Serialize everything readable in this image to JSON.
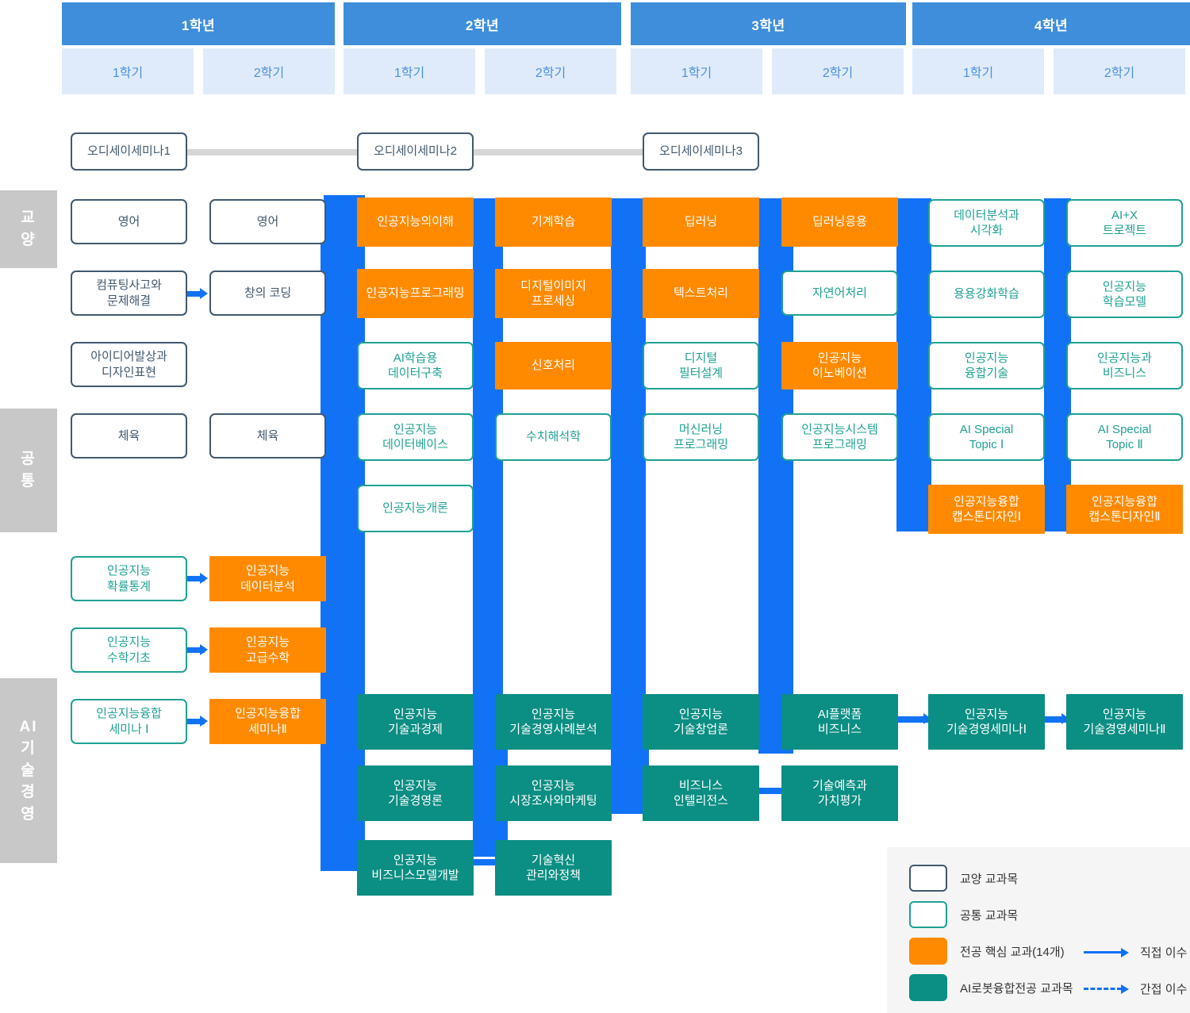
{
  "header": {
    "years": [
      {
        "label": "1학년",
        "semesters": [
          {
            "label": "1학기"
          },
          {
            "label": "2학기"
          }
        ]
      },
      {
        "label": "2학년",
        "semesters": [
          {
            "label": "1학기"
          },
          {
            "label": "2학기"
          }
        ]
      },
      {
        "label": "3학년",
        "semesters": [
          {
            "label": "1학기"
          },
          {
            "label": "2학기"
          }
        ]
      },
      {
        "label": "4학년",
        "semesters": [
          {
            "label": "1학기"
          },
          {
            "label": "2학기"
          }
        ]
      }
    ]
  },
  "categories": [
    {
      "id": "gyoyang",
      "lines": [
        "교",
        "양"
      ]
    },
    {
      "id": "gongtong",
      "lines": [
        "공",
        "통"
      ]
    },
    {
      "id": "ai-mot",
      "lines": [
        "AI",
        "기",
        "술",
        "경",
        "영"
      ]
    }
  ],
  "seminars": [
    {
      "label": "오디세이세미나1"
    },
    {
      "label": "오디세이세미나2"
    },
    {
      "label": "오디세이세미나3"
    }
  ],
  "courses": {
    "y1s1": [
      {
        "label": "영어",
        "type": "gyoyang"
      },
      {
        "label": "컴퓨팅사고와\n문제해결",
        "type": "gyoyang"
      },
      {
        "label": "아이디어발상과\n디자인표현",
        "type": "gyoyang"
      },
      {
        "label": "체육",
        "type": "gyoyang"
      },
      {
        "label": "인공지능\n확률통계",
        "type": "gongtong"
      },
      {
        "label": "인공지능\n수학기초",
        "type": "gongtong"
      },
      {
        "label": "인공지능융합\n세미나 Ⅰ",
        "type": "gongtong"
      }
    ],
    "y1s2": [
      {
        "label": "영어",
        "type": "gyoyang"
      },
      {
        "label": "창의 코딩",
        "type": "gyoyang"
      },
      {
        "label": "체육",
        "type": "gyoyang"
      },
      {
        "label": "인공지능\n데이터분석",
        "type": "major"
      },
      {
        "label": "인공지능\n고급수학",
        "type": "major"
      },
      {
        "label": "인공지능융합\n세미나Ⅱ",
        "type": "major"
      }
    ],
    "y2s1": [
      {
        "label": "인공지능의이해",
        "type": "major"
      },
      {
        "label": "인공지능프로그래밍",
        "type": "major"
      },
      {
        "label": "AI학습용\n데이터구축",
        "type": "gongtong"
      },
      {
        "label": "인공지능\n데이터베이스",
        "type": "gongtong"
      },
      {
        "label": "인공지능개론",
        "type": "gongtong"
      },
      {
        "label": "인공지능\n기술과경제",
        "type": "airobot"
      },
      {
        "label": "인공지능\n기술경영론",
        "type": "airobot"
      },
      {
        "label": "인공지능\n비즈니스모델개발",
        "type": "airobot"
      }
    ],
    "y2s2": [
      {
        "label": "기계학습",
        "type": "major"
      },
      {
        "label": "디지털이미지\n프로세싱",
        "type": "major"
      },
      {
        "label": "신호처리",
        "type": "major"
      },
      {
        "label": "수치해석학",
        "type": "gongtong"
      },
      {
        "label": "인공지능\n기술경영사례분석",
        "type": "airobot"
      },
      {
        "label": "인공지능\n시장조사와마케팅",
        "type": "airobot"
      },
      {
        "label": "기술혁신\n관리와정책",
        "type": "airobot"
      }
    ],
    "y3s1": [
      {
        "label": "딥러닝",
        "type": "major"
      },
      {
        "label": "텍스트처리",
        "type": "major"
      },
      {
        "label": "디지털\n필터설계",
        "type": "gongtong"
      },
      {
        "label": "머신러닝\n프로그래밍",
        "type": "gongtong"
      },
      {
        "label": "인공지능\n기술창업론",
        "type": "airobot"
      },
      {
        "label": "비즈니스\n인텔리전스",
        "type": "airobot"
      }
    ],
    "y3s2": [
      {
        "label": "딥러닝응용",
        "type": "major"
      },
      {
        "label": "자연어처리",
        "type": "gongtong"
      },
      {
        "label": "인공지능\n이노베이션",
        "type": "major"
      },
      {
        "label": "인공지능시스템\n프로그래밍",
        "type": "gongtong"
      },
      {
        "label": "AI플랫폼\n비즈니스",
        "type": "airobot"
      },
      {
        "label": "기술예측과\n가치평가",
        "type": "airobot"
      }
    ],
    "y4s1": [
      {
        "label": "데이터분석과\n시각화",
        "type": "gongtong"
      },
      {
        "label": "용용강화학습",
        "type": "gongtong"
      },
      {
        "label": "인공지능\n융합기술",
        "type": "gongtong"
      },
      {
        "label": "AI Special\nTopic Ⅰ",
        "type": "gongtong"
      },
      {
        "label": "인공지능융합\n캡스톤디자인Ⅰ",
        "type": "major"
      },
      {
        "label": "인공지능\n기술경영세미나Ⅰ",
        "type": "airobot"
      }
    ],
    "y4s2": [
      {
        "label": "AI+X\n트로젝트",
        "type": "gongtong"
      },
      {
        "label": "인공지능\n학습모델",
        "type": "gongtong"
      },
      {
        "label": "인공지능과\n비즈니스",
        "type": "gongtong"
      },
      {
        "label": "AI Special\nTopic Ⅱ",
        "type": "gongtong"
      },
      {
        "label": "인공지능융합\n캡스톤디자인Ⅱ",
        "type": "major"
      },
      {
        "label": "인공지능\n기술경영세미나Ⅱ",
        "type": "airobot"
      }
    ]
  },
  "legend": {
    "swatches": [
      {
        "id": "gyoyang",
        "label": "교양 교과목"
      },
      {
        "id": "gongtong",
        "label": "공통 교과목"
      },
      {
        "id": "major",
        "label": "전공 핵심 교과(14개)"
      },
      {
        "id": "airobot",
        "label": "AI로봇융합전공 교과목"
      }
    ],
    "arrows": [
      {
        "style": "solid",
        "label": "직접 이수"
      },
      {
        "style": "dashed",
        "label": "간접 이수"
      }
    ]
  },
  "colors": {
    "year_header": "#3E8EDC",
    "semester_header": "#DFEBFA",
    "connector": "#1272F5",
    "gyoyang_border": "#41596F",
    "gongtong_border": "#1FA193",
    "major_fill": "#FF8A00",
    "airobot_fill": "#0B8E83",
    "category_rail": "#C8C8C8",
    "legend_bg": "#F5F5F5"
  }
}
